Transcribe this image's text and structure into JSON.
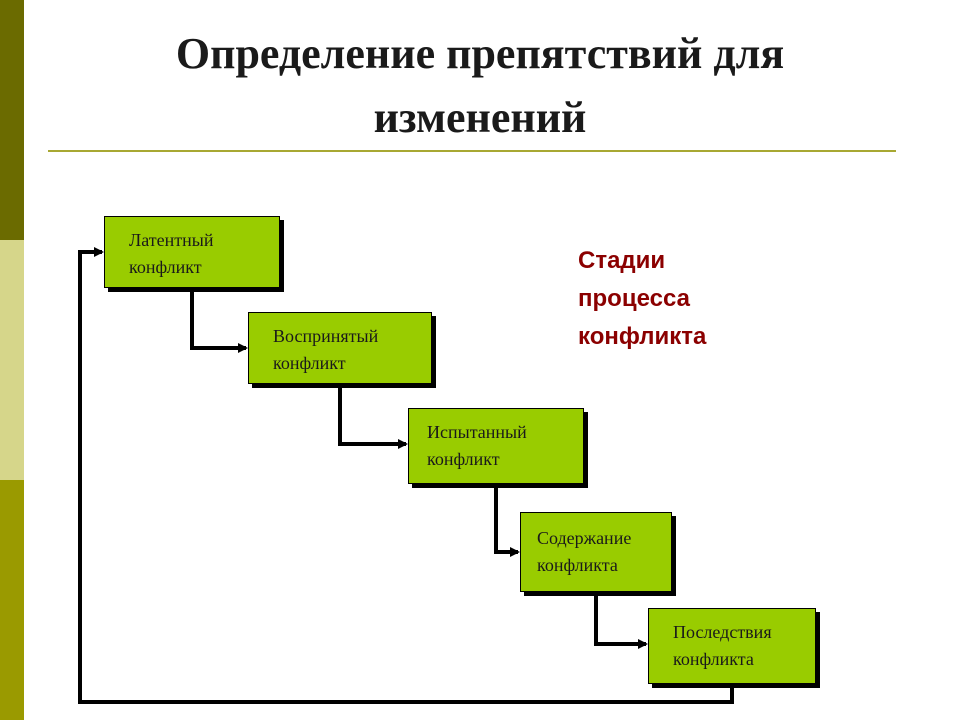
{
  "slide": {
    "title_line_1": "Определение препятствий для",
    "title_line_2": "изменений"
  },
  "diagram": {
    "side_label": {
      "line_1": "Стадии",
      "line_2": "процесса",
      "line_3": "конфликта"
    },
    "stages": [
      {
        "line_1": "Латентный",
        "line_2": "конфликт"
      },
      {
        "line_1": "Воспринятый",
        "line_2": "конфликт"
      },
      {
        "line_1": "Испытанный",
        "line_2": "конфликт"
      },
      {
        "line_1": "Содержание",
        "line_2": "конфликта"
      },
      {
        "line_1": "Последствия",
        "line_2": "конфликта"
      }
    ],
    "colors": {
      "stage_fill": "#99cc00",
      "side_label": "#8b0000",
      "connector": "#000000",
      "title_rule": "#a8a832"
    }
  }
}
